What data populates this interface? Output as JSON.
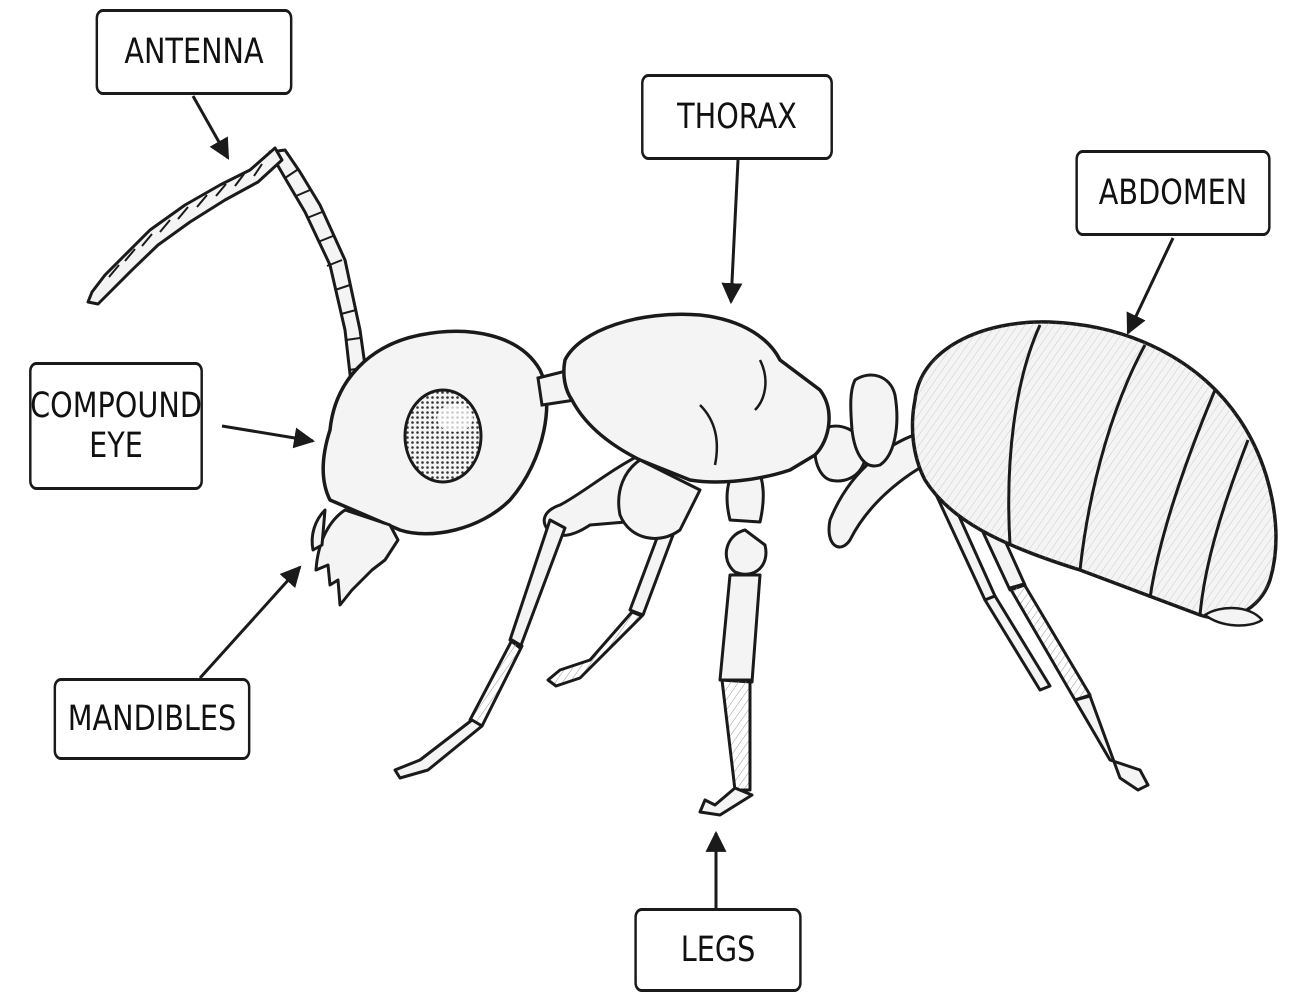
{
  "diagram": {
    "labels": {
      "antenna": "ANTENNA",
      "thorax": "THORAX",
      "abdomen": "ABDOMEN",
      "compound_eye": "COMPOUND\nEYE",
      "mandibles": "MANDIBLES",
      "legs": "LEGS"
    }
  },
  "colors": {
    "ink": "#1a1a1a",
    "background": "#ffffff",
    "body_fill": "#f4f4f4"
  }
}
